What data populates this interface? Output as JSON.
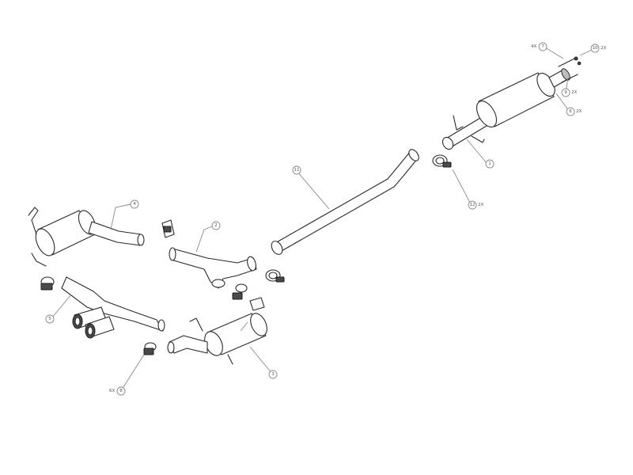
{
  "callouts": {
    "c1": {
      "num": "1"
    },
    "c2": {
      "num": "2"
    },
    "c3": {
      "num": "3"
    },
    "c4": {
      "num": "4"
    },
    "c5": {
      "num": "5"
    },
    "c6": {
      "num": "6",
      "qty": "2X"
    },
    "c7": {
      "num": "7",
      "qty": "4X"
    },
    "c8": {
      "num": "8",
      "qty": "6X"
    },
    "c9": {
      "num": "9",
      "qty": "2X"
    },
    "c10": {
      "num": "10",
      "qty": "2X"
    },
    "c11": {
      "num": "11"
    },
    "c12": {
      "num": "12",
      "qty": "2X"
    }
  }
}
